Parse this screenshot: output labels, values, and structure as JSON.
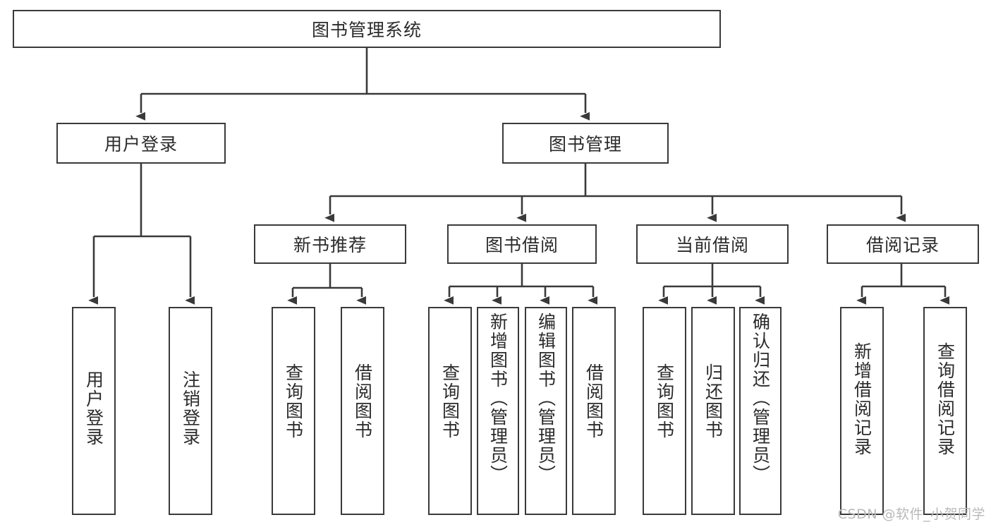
{
  "diagram": {
    "title_node": {
      "label": "图书管理系统"
    },
    "level2": [
      {
        "label": "用户登录"
      },
      {
        "label": "图书管理"
      }
    ],
    "level3": [
      {
        "label": "新书推荐"
      },
      {
        "label": "图书借阅"
      },
      {
        "label": "当前借阅"
      },
      {
        "label": "借阅记录"
      }
    ],
    "leaves": {
      "user_login": [
        {
          "label": "用户登录"
        },
        {
          "label": "注销登录"
        }
      ],
      "new_book_recommend": [
        {
          "label": "查询图书"
        },
        {
          "label": "借阅图书"
        }
      ],
      "book_borrow": [
        {
          "label": "查询图书"
        },
        {
          "label": "新增图书（管理员）"
        },
        {
          "label": "编辑图书（管理员）"
        },
        {
          "label": "借阅图书"
        }
      ],
      "current_borrow": [
        {
          "label": "查询图书"
        },
        {
          "label": "归还图书"
        },
        {
          "label": "确认归还（管理员）"
        }
      ],
      "borrow_record": [
        {
          "label": "新增借阅记录"
        },
        {
          "label": "查询借阅记录"
        }
      ]
    },
    "watermark": "CSDN @软件_小贺同学",
    "colors": {
      "stroke": "#3a3a3a",
      "text": "#2b2b2b",
      "background": "#ffffff",
      "watermark": "#b9b9b9"
    }
  }
}
